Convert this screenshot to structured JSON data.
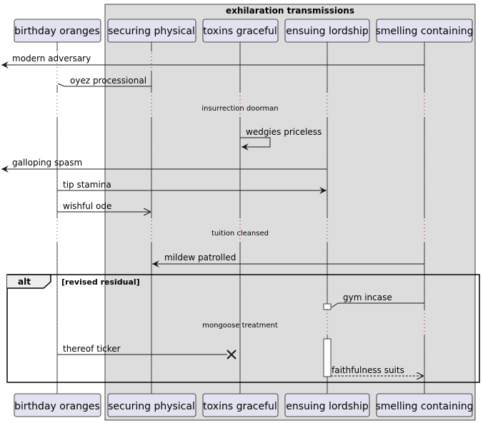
{
  "box": {
    "title": "exhilaration transmissions",
    "fill": "#dddddd"
  },
  "participants": [
    {
      "id": "p1",
      "label": "birthday oranges"
    },
    {
      "id": "p2",
      "label": "securing physical"
    },
    {
      "id": "p3",
      "label": "toxins graceful"
    },
    {
      "id": "p4",
      "label": "ensuing lordship"
    },
    {
      "id": "p5",
      "label": "smelling containing"
    }
  ],
  "messages": [
    {
      "label": "modern adversary",
      "from": "p5",
      "to": "left-edge",
      "style": "solid"
    },
    {
      "label": "oyez processional",
      "from": "p2",
      "to": "p1",
      "style": "half"
    },
    {
      "label": "insurrection doorman",
      "type": "delay"
    },
    {
      "label": "wedgies priceless",
      "from": "p3",
      "to": "p3",
      "style": "self"
    },
    {
      "label": "galloping spasm",
      "from": "p4",
      "to": "left-edge",
      "style": "solid"
    },
    {
      "label": "tip stamina",
      "from": "p1",
      "to": "p4",
      "style": "solid"
    },
    {
      "label": "wishful ode",
      "from": "p1",
      "to": "p2",
      "style": "open"
    },
    {
      "label": "tuition cleansed",
      "type": "delay"
    },
    {
      "label": "mildew patrolled",
      "from": "p5",
      "to": "p2",
      "style": "solid"
    },
    {
      "label": "gym incase",
      "from": "p5",
      "to": "p4",
      "style": "half"
    },
    {
      "label": "mongoose treatment",
      "type": "delay"
    },
    {
      "label": "thereof ticker",
      "from": "p1",
      "to": "p3",
      "style": "destroy"
    },
    {
      "label": "faithfulness suits",
      "from": "p4",
      "to": "p5",
      "style": "dashed-open"
    }
  ],
  "fragment": {
    "keyword": "alt",
    "condition": "[revised residual]"
  },
  "colors": {
    "participant_fill": "#e2e2f0",
    "participant_stroke": "#181818",
    "line": "#181818",
    "lifeline": "#a80036"
  }
}
